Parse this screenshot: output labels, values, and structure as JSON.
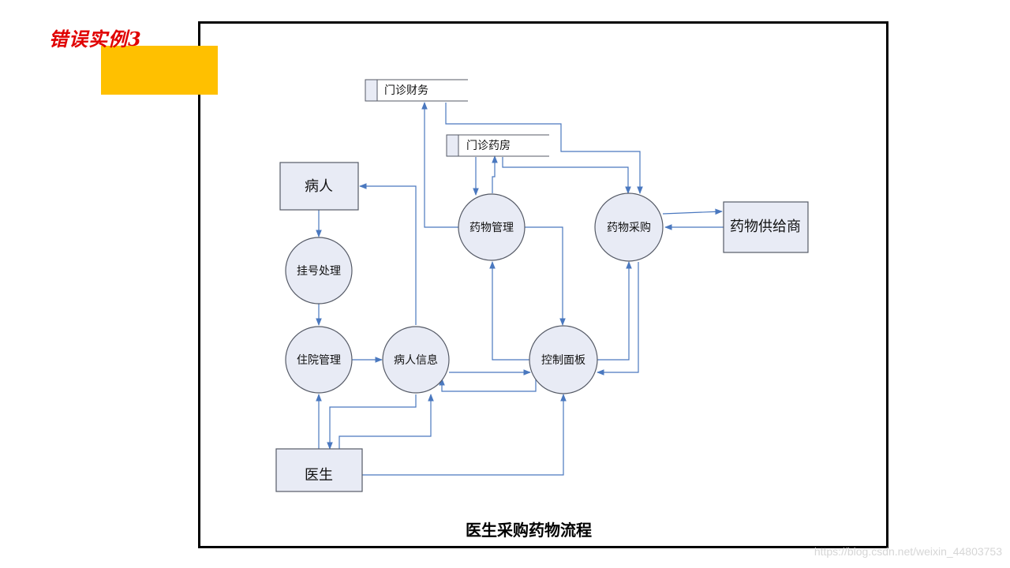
{
  "slide": {
    "title": "错误实例3",
    "highlight_color": "#ffc000",
    "title_color": "#e00000"
  },
  "diagram": {
    "caption": "医生采购药物流程",
    "node_fill": "#e8ebf5",
    "node_stroke": "#555a66",
    "edge_color": "#4a78bf",
    "entities": {
      "patient": "病人",
      "doctor": "医生",
      "supplier": "药物供给商"
    },
    "processes": {
      "registration": "挂号处理",
      "inpatient": "住院管理",
      "patient_info": "病人信息",
      "drug_mgmt": "药物管理",
      "drug_purchase": "药物采购",
      "control_panel": "控制面板"
    },
    "stores": {
      "finance": "门诊财务",
      "pharmacy": "门诊药房"
    }
  },
  "watermark": "https://blog.csdn.net/weixin_44803753"
}
